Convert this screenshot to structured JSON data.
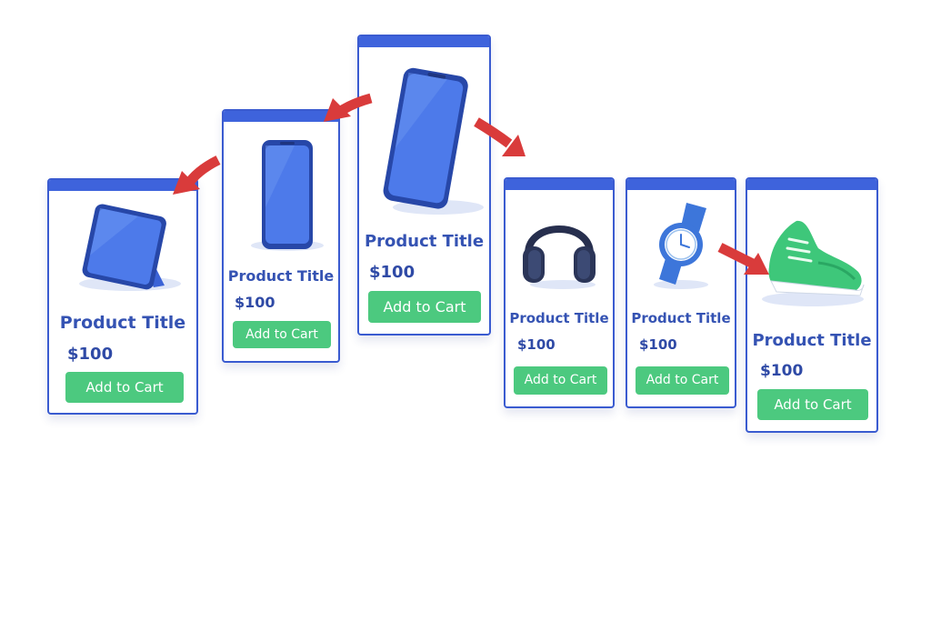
{
  "theme": {
    "card_border": "#3a5bd0",
    "card_header": "#3e63dc",
    "title_color": "#3553b3",
    "button_color": "#4cc97f",
    "arrow_color": "#d93b3b"
  },
  "products": [
    {
      "icon": "tablet-icon",
      "title": "Product Title",
      "price": "$100",
      "button": "Add to Cart"
    },
    {
      "icon": "phone-icon",
      "title": "Product Title",
      "price": "$100",
      "button": "Add to Cart"
    },
    {
      "icon": "smartphone-icon",
      "title": "Product Title",
      "price": "$100",
      "button": "Add to Cart"
    },
    {
      "icon": "headphones-icon",
      "title": "Product Title",
      "price": "$100",
      "button": "Add to Cart"
    },
    {
      "icon": "smartwatch-icon",
      "title": "Product Title",
      "price": "$100",
      "button": "Add to Cart"
    },
    {
      "icon": "sneaker-icon",
      "title": "Product Title",
      "price": "$100",
      "button": "Add to Cart"
    }
  ]
}
